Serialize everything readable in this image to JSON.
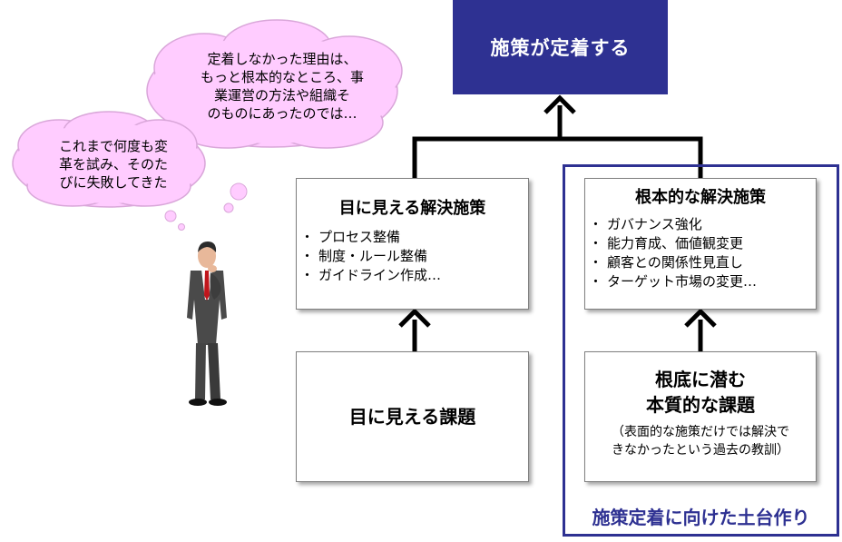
{
  "goal": {
    "label": "施策が定着する"
  },
  "visible_solutions": {
    "title": "目に見える解決施策",
    "items": [
      "プロセス整備",
      "制度・ルール整備",
      "ガイドライン作成…"
    ]
  },
  "root_solutions": {
    "title": "根本的な解決施策",
    "items": [
      "ガバナンス強化",
      "能力育成、価値観変更",
      "顧客との関係性見直し",
      "ターゲット市場の変更…"
    ]
  },
  "visible_issues": {
    "title": "目に見える課題"
  },
  "root_issues": {
    "title_line1": "根底に潜む",
    "title_line2": "本質的な課題",
    "note_line1": "（表面的な施策だけでは解決で",
    "note_line2": "きなかったという過去の教訓）"
  },
  "foundation": {
    "label": "施策定着に向けた土台作り"
  },
  "thought_large": {
    "lines": [
      "定着しなかった理由は、",
      "もっと根本的なところ、事",
      "業運営の方法や組織そ",
      "のものにあったのでは…"
    ]
  },
  "thought_small": {
    "lines": [
      "これまで何度も変",
      "革を試み、そのた",
      "びに失敗してきた"
    ]
  },
  "colors": {
    "navy": "#2e3192",
    "bubble": "#ffccff",
    "bubble_border": "#d9a6d9"
  }
}
